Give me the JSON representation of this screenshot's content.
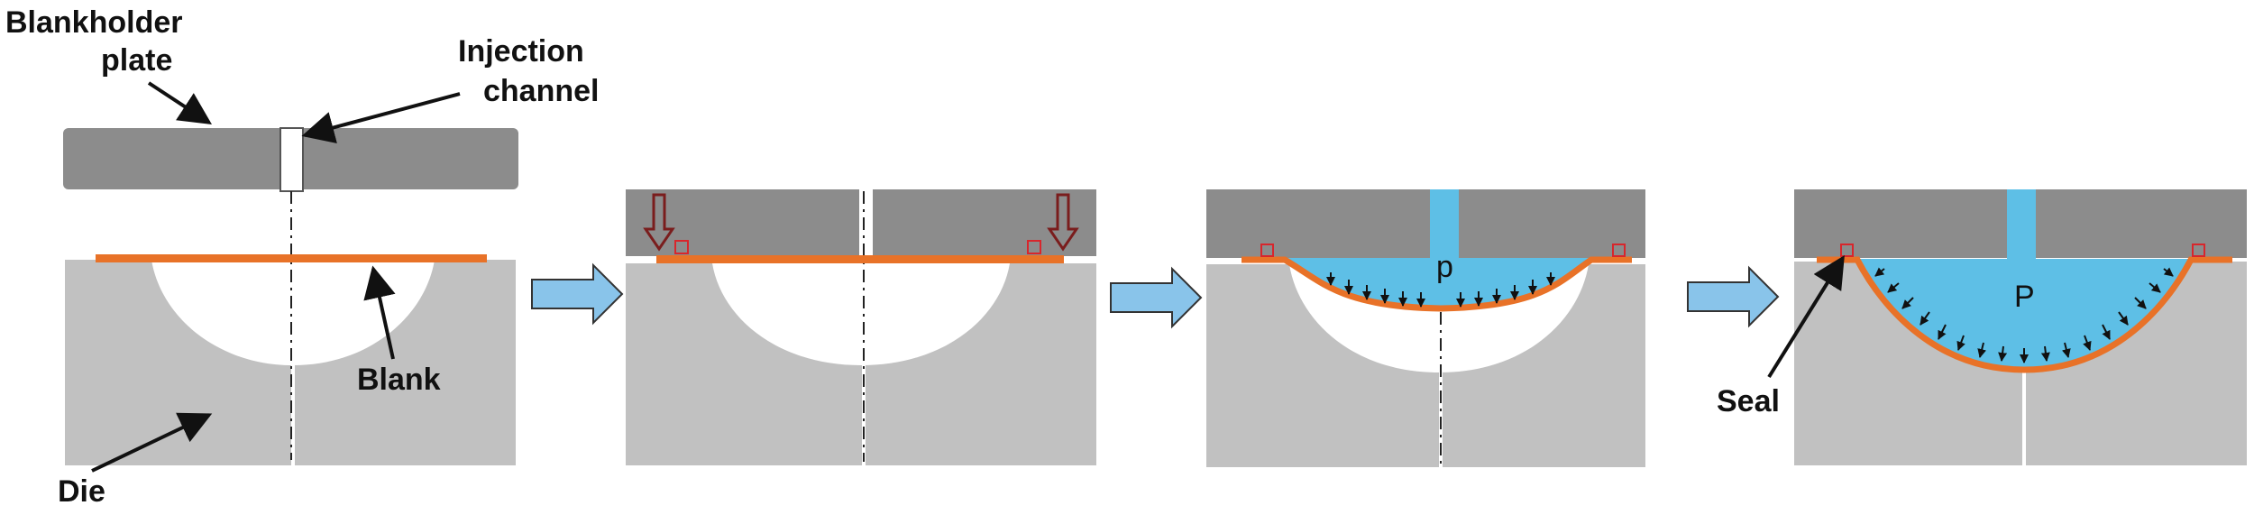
{
  "colors": {
    "blankholder": "#8c8c8c",
    "die": "#c1c1c1",
    "blank": "#e87228",
    "fluid": "#5ebfe6",
    "process_arrow": "#89c4ea",
    "force_arrow": "#7a1d1d",
    "seal": "#d8262c",
    "annotation": "#111111"
  },
  "labels": {
    "blankholder_line1": "Blankholder",
    "blankholder_line2": "plate",
    "injection_line1": "Injection",
    "injection_line2": "channel",
    "blank": "Blank",
    "die": "Die",
    "seal": "Seal",
    "pressure_low": "p",
    "pressure_high": "P"
  },
  "icons": [
    "process-step-arrow-icon",
    "clamping-force-arrow-icon",
    "seal-marker-icon",
    "pressure-arrow-icon"
  ]
}
